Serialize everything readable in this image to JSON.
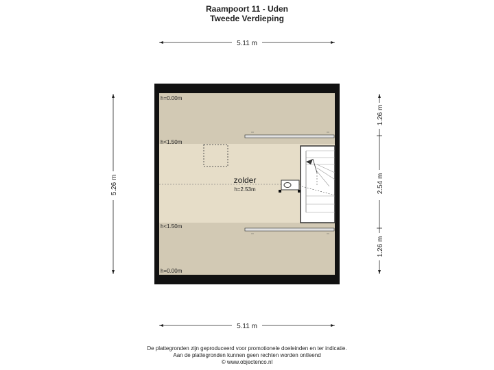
{
  "header": {
    "title": "Raampoort 11 - Uden",
    "subtitle": "Tweede Verdieping"
  },
  "dimensions": {
    "top_width": "5.11 m",
    "bottom_width": "5.11 m",
    "left_height": "5.26 m",
    "right_top": "1.26 m",
    "right_middle": "2.54 m",
    "right_bottom": "1.26 m"
  },
  "room": {
    "name": "zolder",
    "height": "h=2.53m",
    "label_top_zero": "h=0.00m",
    "label_top_limit": "h<1.50m",
    "label_bottom_limit": "h<1.50m",
    "label_bottom_zero": "h=0.00m"
  },
  "footer": {
    "line1": "De plattegronden zijn geproduceerd voor promotionele doeleinden en ter indicatie.",
    "line2": "Aan de plattegronden kunnen geen rechten worden ontleend",
    "line3": "© www.objectenco.nl"
  },
  "colors": {
    "wall": "#111111",
    "low_area": "#d2c9b4",
    "full_height_area": "#e6ddc8",
    "stair_area": "#ffffff"
  }
}
